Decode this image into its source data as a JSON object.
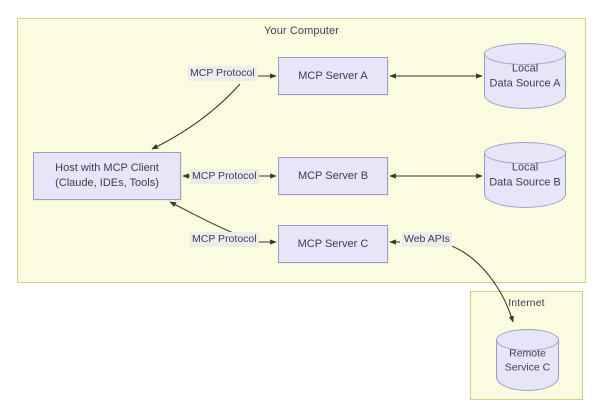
{
  "diagram": {
    "title_visible": false,
    "containers": [
      {
        "id": "your-computer",
        "label": "Your Computer"
      },
      {
        "id": "internet",
        "label": "Internet"
      }
    ],
    "nodes": {
      "host": {
        "line1": "Host with MCP Client",
        "line2": "(Claude, IDEs, Tools)"
      },
      "server_a": {
        "label": "MCP Server A"
      },
      "server_b": {
        "label": "MCP Server B"
      },
      "server_c": {
        "label": "MCP Server C"
      },
      "data_source_a": {
        "line1": "Local",
        "line2": "Data Source A"
      },
      "data_source_b": {
        "line1": "Local",
        "line2": "Data Source B"
      },
      "remote_service_c": {
        "line1": "Remote",
        "line2": "Service C"
      }
    },
    "edge_labels": {
      "mcp_protocol_a": "MCP Protocol",
      "mcp_protocol_b": "MCP Protocol",
      "mcp_protocol_c": "MCP Protocol",
      "web_apis": "Web APIs"
    },
    "colors": {
      "container_fill": "#fbfbe0",
      "container_stroke": "#cfcf86",
      "node_fill": "#e7e5f8",
      "node_stroke": "#9c9ccc",
      "edge_label_fill": "#ececed",
      "text": "#3c3c55",
      "arrow": "#3a3a28"
    }
  }
}
